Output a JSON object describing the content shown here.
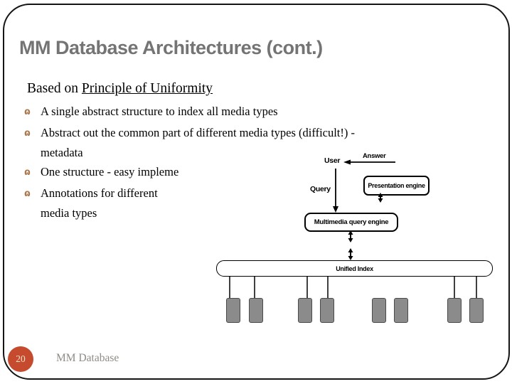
{
  "slide": {
    "title": "MM Database Architectures (cont.)",
    "heading": {
      "prefix": "Based on ",
      "underlined": "Principle of Uniformity"
    },
    "bullet_glyph": "ɷ",
    "bullets": [
      {
        "line1": "A single abstract structure to index all media types"
      },
      {
        "line1": "Abstract out the common part of different media types (difficult!) -",
        "line2": "metadata"
      },
      {
        "line1": "One structure - easy impleme"
      },
      {
        "line1": "Annotations for different",
        "line2": "media types"
      }
    ],
    "diagram": {
      "user_label": "User",
      "answer_label": "Answer",
      "query_label": "Query",
      "presentation_engine_label": "Presentation engine",
      "query_engine_label": "Multimedia query engine",
      "unified_index_label": "Unified Index"
    },
    "footer": {
      "page_number": "20",
      "footer_text": "MM Database"
    },
    "colors": {
      "title": "#747474",
      "bullet_glyph": "#a9794f",
      "page_circle": "#c64a2e",
      "media_box": "#8b8b8b"
    }
  }
}
